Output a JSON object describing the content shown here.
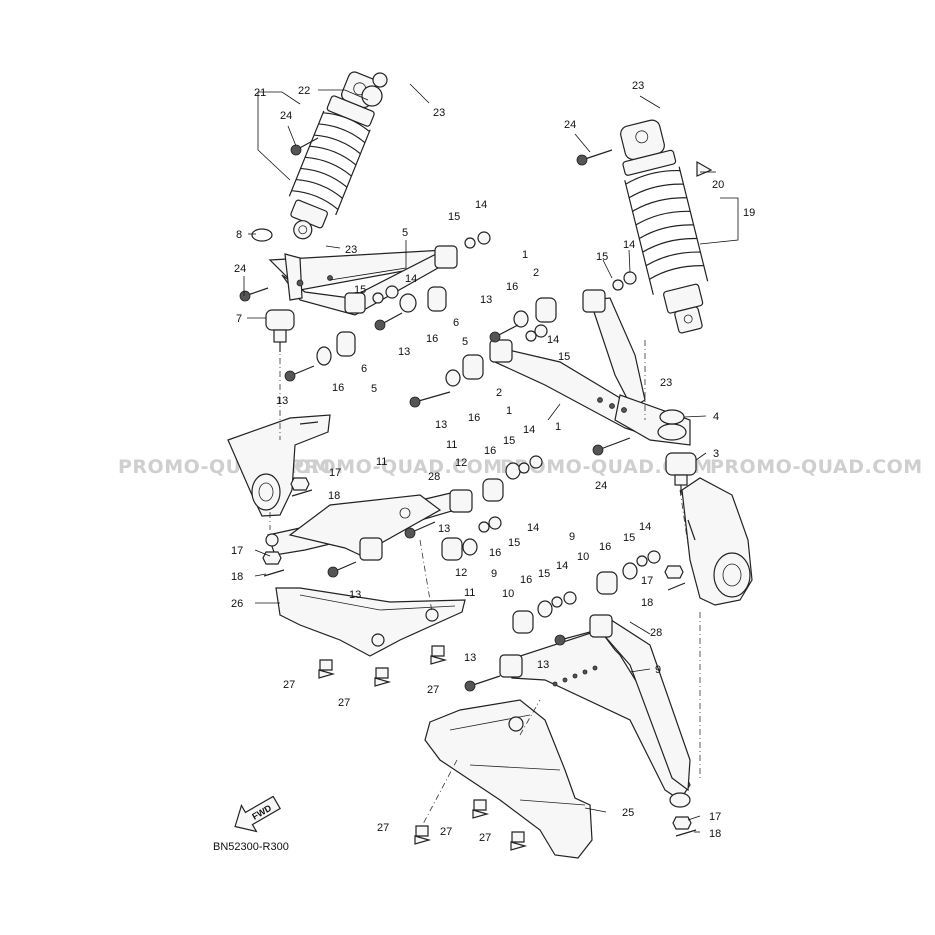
{
  "diagram": {
    "code": "BN52300-R300",
    "fwd_label": "FWD",
    "watermark": "PROMO-QUAD.COM",
    "callouts": [
      "1",
      "2",
      "3",
      "4",
      "5",
      "6",
      "7",
      "8",
      "9",
      "10",
      "11",
      "12",
      "13",
      "14",
      "15",
      "16",
      "17",
      "18",
      "19",
      "20",
      "21",
      "22",
      "23",
      "24",
      "25",
      "26",
      "27",
      "28"
    ]
  }
}
